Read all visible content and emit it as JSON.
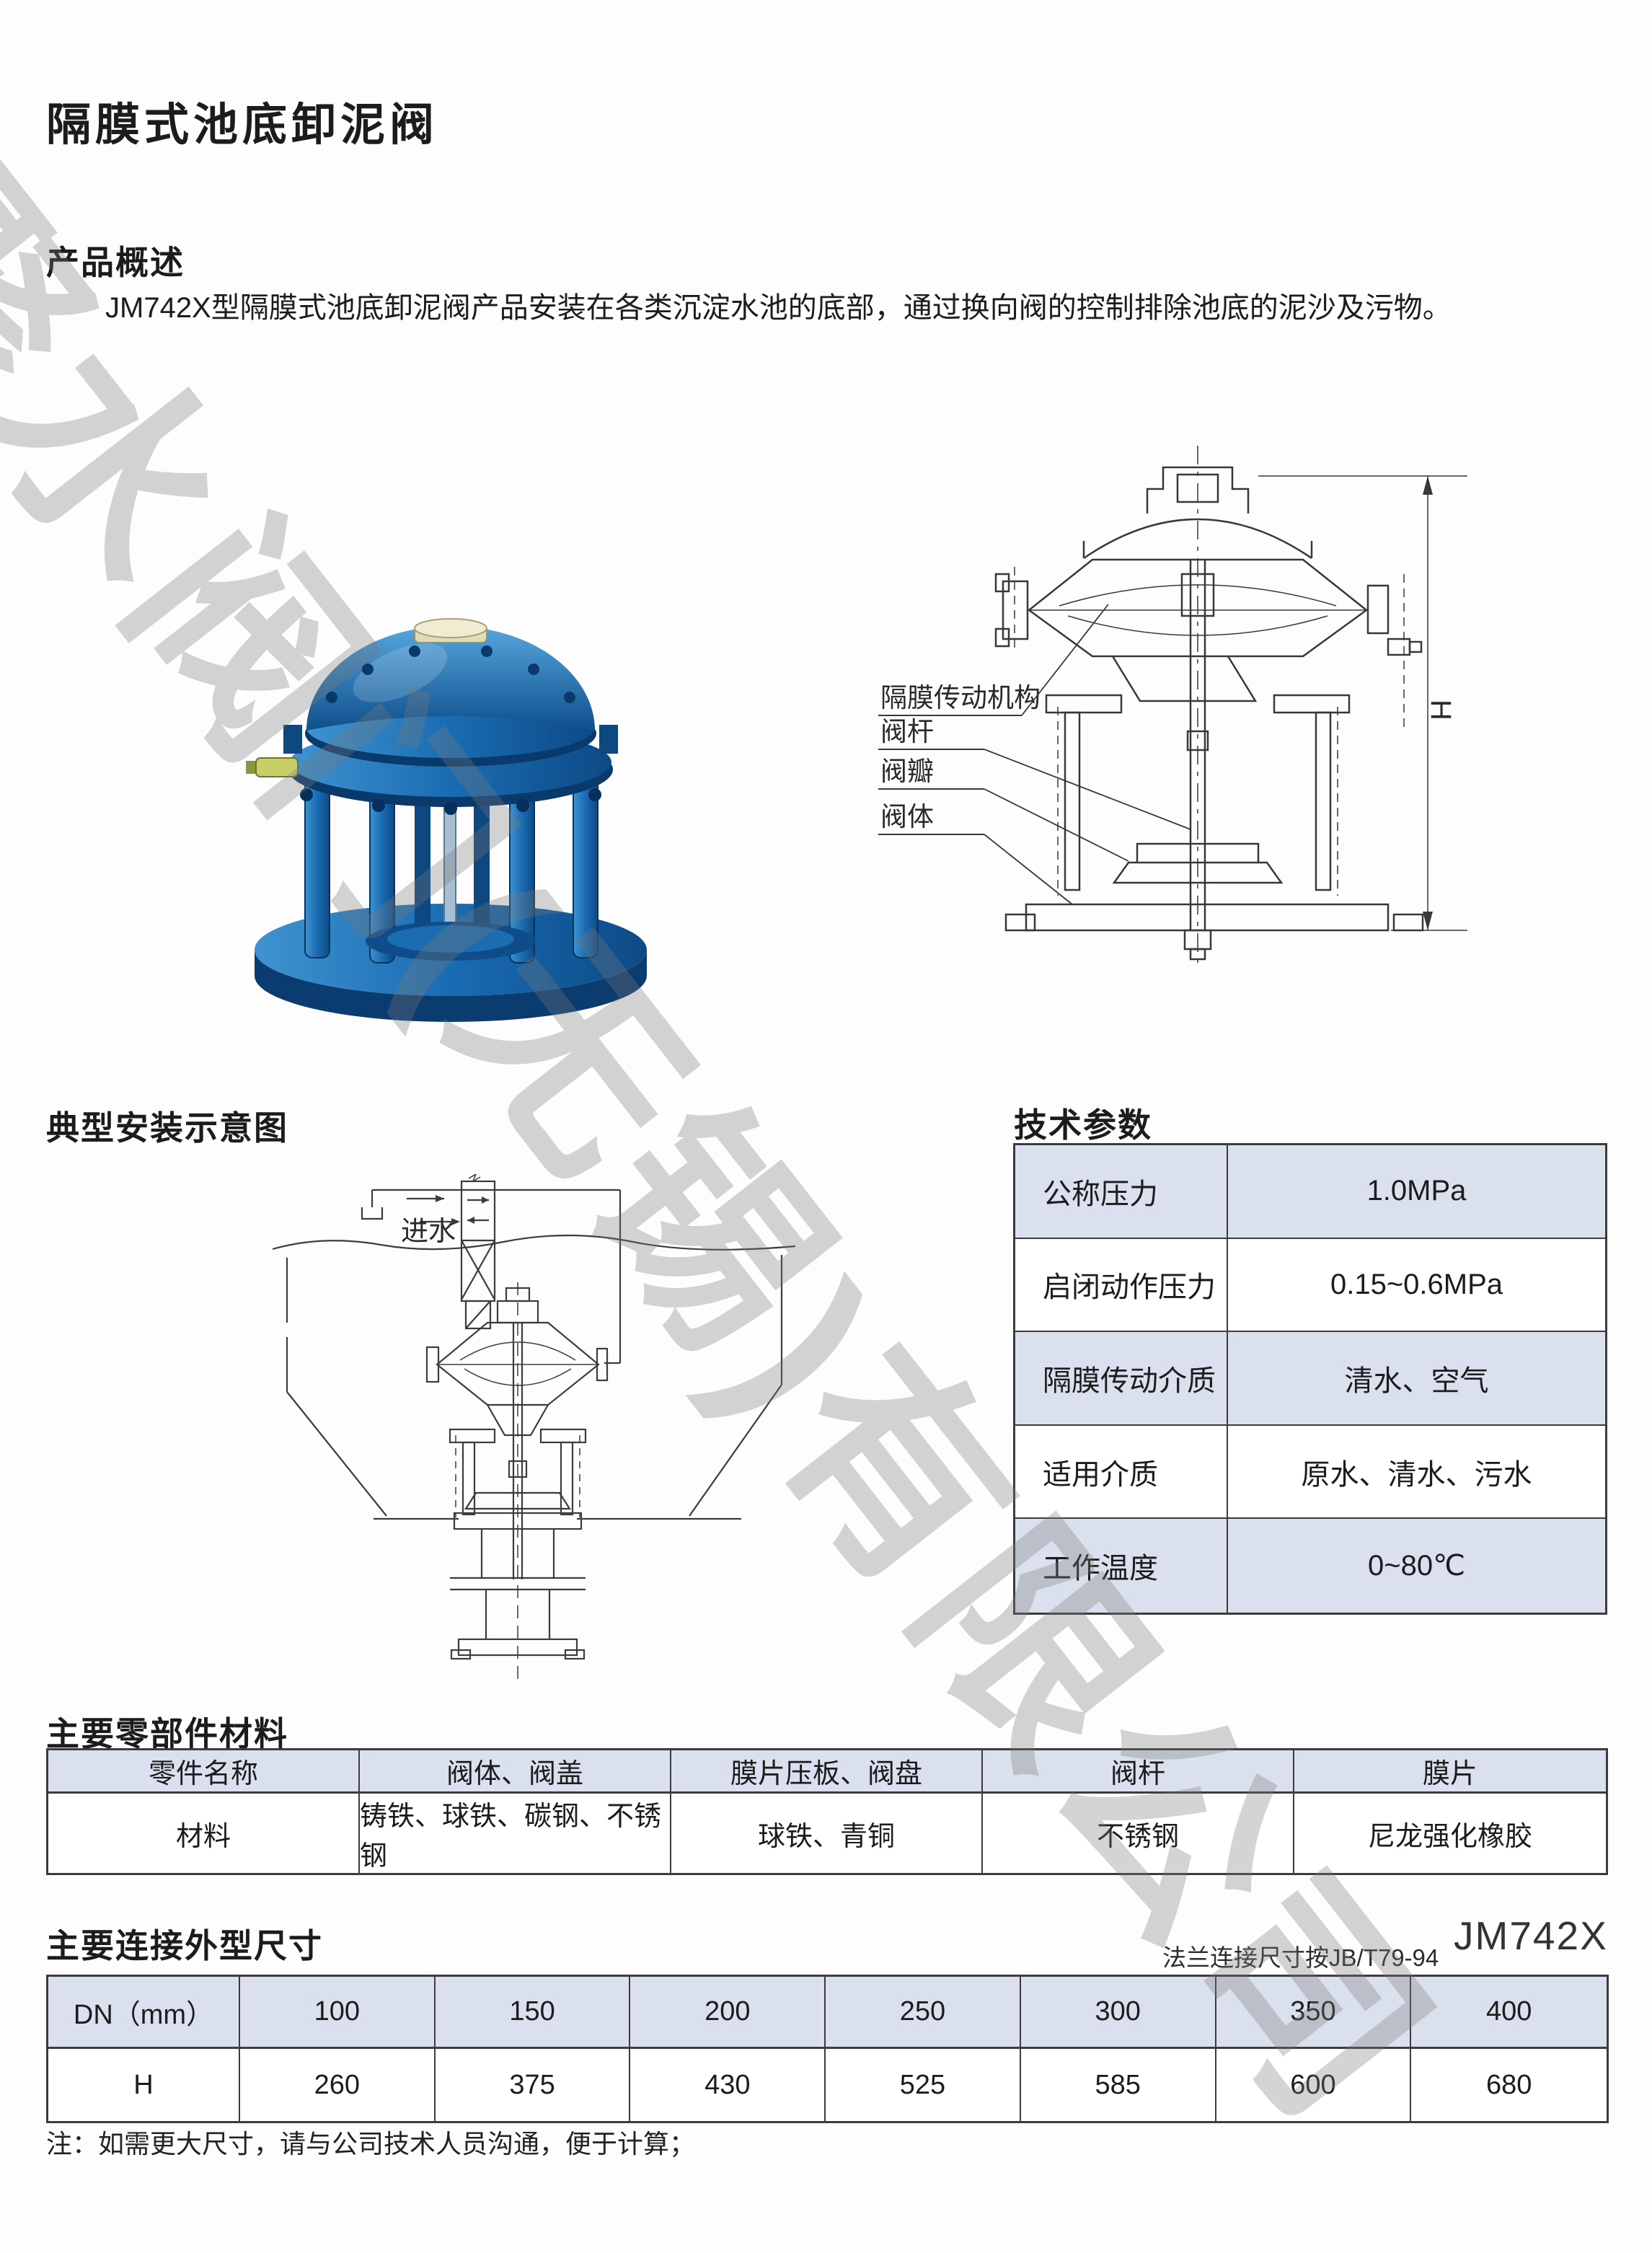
{
  "header": {
    "title": "隔膜式池底卸泥阀"
  },
  "overview": {
    "heading": "产品概述",
    "body": "JM742X型隔膜式池底卸泥阀产品安装在各类沉淀水池的底部，通过换向阀的控制排除池底的泥沙及污物。"
  },
  "drawing": {
    "labels": {
      "mech": "隔膜传动机构",
      "stem": "阀杆",
      "disc": "阀瓣",
      "body": "阀体"
    },
    "dim": "H"
  },
  "install": {
    "heading": "典型安装示意图",
    "inlet": "进水"
  },
  "tech": {
    "heading": "技术参数",
    "rows": [
      {
        "label": "公称压力",
        "value": "1.0MPa"
      },
      {
        "label": "启闭动作压力",
        "value": "0.15~0.6MPa"
      },
      {
        "label": "隔膜传动介质",
        "value": "清水、空气"
      },
      {
        "label": "适用介质",
        "value": "原水、清水、污水"
      },
      {
        "label": "工作温度",
        "value": "0~80℃"
      }
    ]
  },
  "materials": {
    "heading": "主要零部件材料",
    "headers": [
      "零件名称",
      "阀体、阀盖",
      "膜片压板、阀盘",
      "阀杆",
      "膜片"
    ],
    "row_label": "材料",
    "values": [
      "铸铁、球铁、碳钢、不锈钢",
      "球铁、青铜",
      "不锈钢",
      "尼龙强化橡胶"
    ]
  },
  "dims": {
    "heading": "主要连接外型尺寸",
    "flange_note": "法兰连接尺寸按JB/T79-94",
    "model": "JM742X",
    "dn_label": "DN（mm）",
    "dn": [
      "100",
      "150",
      "200",
      "250",
      "300",
      "350",
      "400"
    ],
    "h_label": "H",
    "h": [
      "260",
      "375",
      "430",
      "525",
      "585",
      "600",
      "680"
    ],
    "note": "注：如需更大尺寸，请与公司技术人员沟通，便于计算；"
  },
  "watermark": {
    "text": "聚水阀门(无锡)有限公司"
  },
  "colors": {
    "table_blue": "#dae0ed",
    "valve_blue": "#1d6cb5",
    "watermark_gray": "#7a7a7a"
  }
}
